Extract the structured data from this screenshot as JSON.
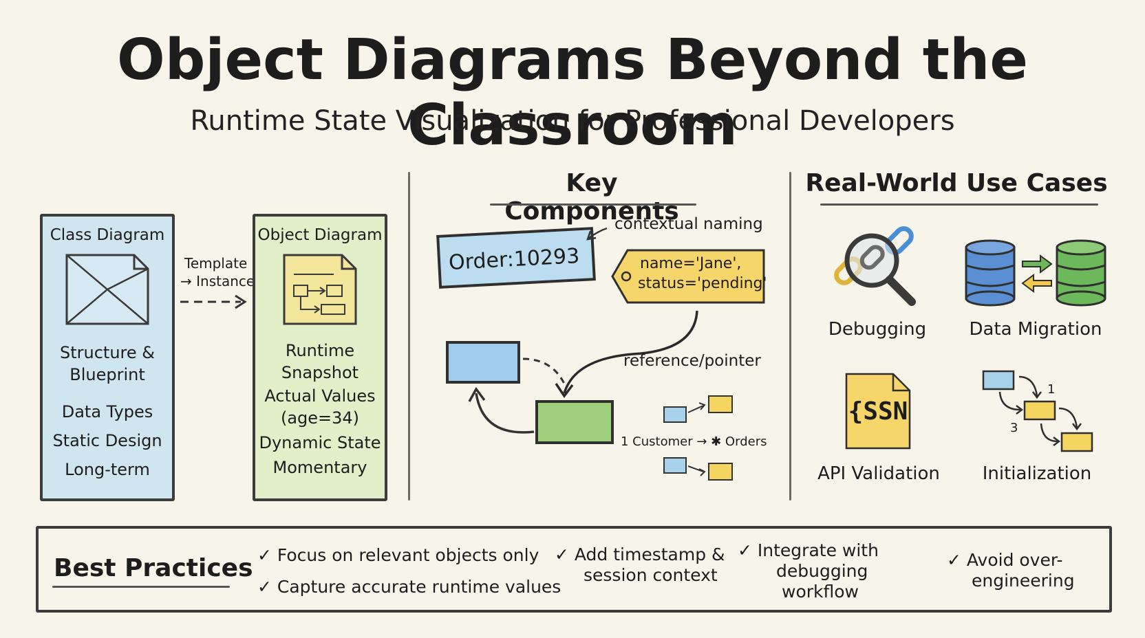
{
  "header": {
    "title": "Object Diagrams Beyond the Classroom",
    "subtitle": "Runtime State Visualization for Professional Developers"
  },
  "comparison": {
    "class_diagram": {
      "title": "Class Diagram",
      "line1": "Structure &",
      "line2": "Blueprint",
      "line3": "Data Types",
      "line4": "Static Design",
      "line5": "Long-term"
    },
    "arrow_label_1": "Template",
    "arrow_label_2": "→ Instance",
    "object_diagram": {
      "title": "Object Diagram",
      "line1": "Runtime",
      "line2": "Snapshot",
      "line3": "Actual Values",
      "line4": "(age=34)",
      "line5": "Dynamic State",
      "line6": "Momentary"
    }
  },
  "key_components": {
    "title": "Key Components",
    "object_name": "Order:10293",
    "naming_label": "contextual naming",
    "tag_line1": "name='Jane',",
    "tag_line2": "status='pending'",
    "reference_label": "reference/pointer",
    "multiplicity_label": "1 Customer → ✱ Orders"
  },
  "use_cases": {
    "title": "Real-World Use Cases",
    "items": [
      {
        "label": "Debugging",
        "icon": "magnifier-chain-icon"
      },
      {
        "label": "Data Migration",
        "icon": "database-transfer-icon"
      },
      {
        "label": "API Validation",
        "icon": "json-document-icon"
      },
      {
        "label": "Initialization",
        "icon": "flow-sequence-icon"
      }
    ],
    "json_glyph": "{SSN",
    "init_num_1": "1",
    "init_num_2": "3"
  },
  "best_practices": {
    "title": "Best Practices",
    "items": [
      "✓ Focus on relevant objects only",
      "✓ Capture accurate runtime values",
      "✓ Add timestamp &",
      "session context",
      "✓ Integrate with",
      "debugging",
      "workflow",
      "✓ Avoid over-",
      "engineering"
    ]
  },
  "colors": {
    "background": "#f7f4ea",
    "blue": "#a9d2ea",
    "green": "#9fd17d",
    "yellow": "#f4d560"
  }
}
